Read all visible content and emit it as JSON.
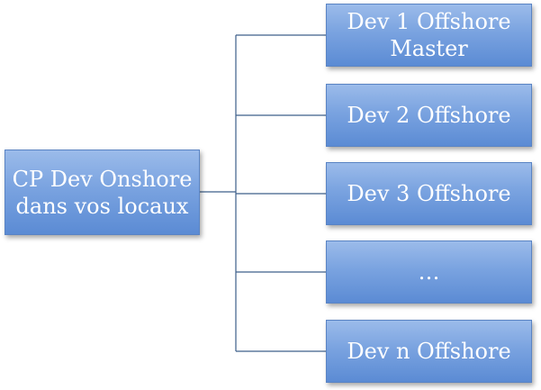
{
  "diagram": {
    "root": {
      "label": "CP Dev Onshore\ndans vos locaux"
    },
    "children": [
      {
        "label": "Dev 1 Offshore\nMaster"
      },
      {
        "label": "Dev 2 Offshore"
      },
      {
        "label": "Dev 3 Offshore"
      },
      {
        "label": "…"
      },
      {
        "label": "Dev n Offshore"
      }
    ],
    "colors": {
      "box_top": "#9bbbea",
      "box_bottom": "#5b8bd4",
      "box_border": "#5a84c4",
      "connector": "#3d5f8a",
      "text": "#ffffff"
    }
  }
}
